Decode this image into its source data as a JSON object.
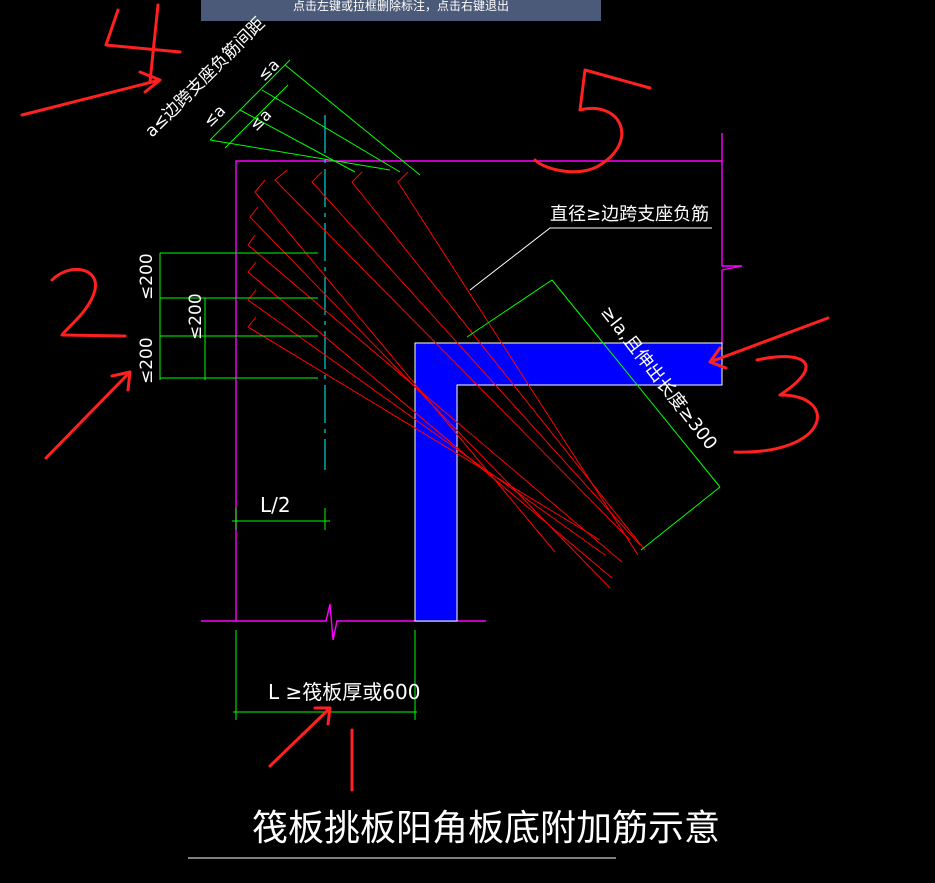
{
  "status_bar": {
    "message": "点击左键或拉框删除标注，点击右键退出"
  },
  "drawing": {
    "title": "筏板挑板阳角板底附加筋示意",
    "label_spacing": "a≤边跨支座负筋间距",
    "label_a1": "≤a",
    "label_a2": "≤a",
    "label_a3": "≤a",
    "label_diameter": "直径≥边跨支座负筋",
    "label_anchor": "≥la,且伸出长度≥300",
    "label_200_top": "≤200",
    "label_200_mid": "≤200",
    "label_200_bot": "≤200",
    "label_half_l": "L/2",
    "label_l": "L ≥筏板厚或600"
  },
  "annotations": {
    "num_1": "1",
    "num_2": "2",
    "num_3": "3",
    "num_4": "4",
    "num_5": "5"
  },
  "colors": {
    "background": "#000000",
    "outline": "#ff00ff",
    "rebar": "#ff0000",
    "dimension": "#00ff00",
    "beam_fill": "#0000ff",
    "centerline": "#00ffff",
    "text": "#ffffff",
    "annotation": "#ff2020",
    "status_bar": "#4a5a78"
  }
}
